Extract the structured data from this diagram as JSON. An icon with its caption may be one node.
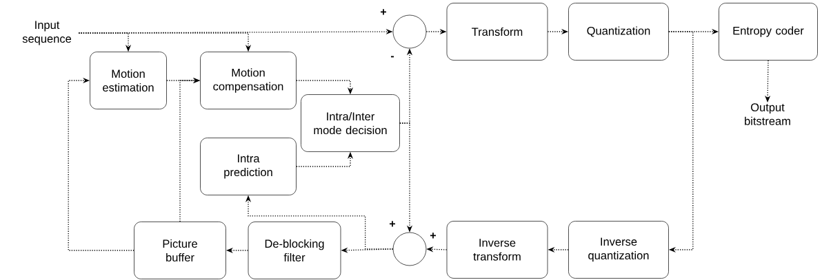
{
  "diagram": {
    "nodes": [
      {
        "text": [
          "Input sequence"
        ]
      },
      {
        "text": [
          "Motion estimation"
        ]
      },
      {
        "text": [
          "Motion compensation"
        ]
      },
      {
        "text": [
          "Intra/Inter mode decision"
        ]
      },
      {
        "text": [
          "Intra prediction"
        ]
      },
      {
        "text": [],
        "shape": "circle"
      },
      {
        "text": [
          "Transform"
        ]
      },
      {
        "text": [
          "Quantization"
        ]
      },
      {
        "text": [
          "Entropy coder"
        ]
      },
      {
        "text": [
          "Output bitstream"
        ]
      },
      {
        "text": [
          "Picture buffer"
        ]
      },
      {
        "text": [
          "De-blocking filter"
        ]
      },
      {
        "text": [],
        "shape": "circle"
      },
      {
        "text": [
          "Inverse transform"
        ]
      },
      {
        "text": [
          "Inverse quantization"
        ]
      }
    ],
    "edges": [
      {
        "from": 0,
        "to": 5,
        "arrow": "to"
      },
      {
        "from": 0,
        "to": 1,
        "arrow": "to"
      },
      {
        "from": 0,
        "to": 2,
        "arrow": "to"
      },
      {
        "from": 1,
        "to": 2,
        "arrow": "to"
      },
      {
        "from": 2,
        "to": 3,
        "arrow": "to"
      },
      {
        "from": 4,
        "to": 3,
        "arrow": "to"
      },
      {
        "from": 3,
        "to": 5,
        "arrow": "to"
      },
      {
        "from": 3,
        "to": 12,
        "arrow": "to"
      },
      {
        "from": 5,
        "to": 6,
        "arrow": "to"
      },
      {
        "from": 6,
        "to": 7,
        "arrow": "to"
      },
      {
        "from": 7,
        "to": 8,
        "arrow": "to"
      },
      {
        "from": 7,
        "to": 14,
        "arrow": "to"
      },
      {
        "from": 8,
        "to": 9,
        "arrow": "to"
      },
      {
        "from": 14,
        "to": 13,
        "arrow": "to"
      },
      {
        "from": 13,
        "to": 12,
        "arrow": "to"
      },
      {
        "from": 12,
        "to": 11,
        "arrow": "to"
      },
      {
        "from": 12,
        "to": 4,
        "arrow": "to"
      },
      {
        "from": 11,
        "to": 10,
        "arrow": "to"
      },
      {
        "from": 10,
        "to": 1,
        "arrow": "to"
      },
      {
        "from": 10,
        "to": 2,
        "arrow": "to"
      }
    ],
    "labels": [
      "+",
      "-",
      "+",
      "+"
    ]
  }
}
